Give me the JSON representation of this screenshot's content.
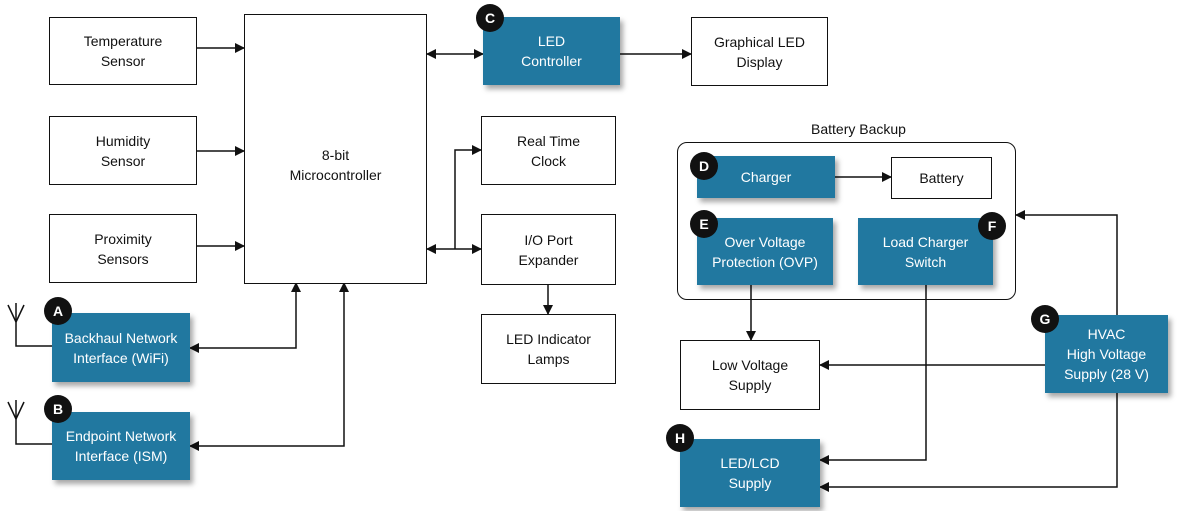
{
  "colors": {
    "accent": "#2178a0",
    "stroke": "#111111",
    "background": "#ffffff"
  },
  "blocks": {
    "temperature_sensor": [
      "Temperature",
      "Sensor"
    ],
    "humidity_sensor": [
      "Humidity",
      "Sensor"
    ],
    "proximity_sensors": [
      "Proximity",
      "Sensors"
    ],
    "microcontroller": [
      "8-bit",
      "Microcontroller"
    ],
    "backhaul_interface": [
      "Backhaul Network",
      "Interface (WiFi)"
    ],
    "endpoint_interface": [
      "Endpoint Network",
      "Interface (ISM)"
    ],
    "led_controller": [
      "LED",
      "Controller"
    ],
    "graphical_display": [
      "Graphical LED",
      "Display"
    ],
    "rtc": [
      "Real Time",
      "Clock"
    ],
    "io_expander": [
      "I/O Port",
      "Expander"
    ],
    "indicator_lamps": [
      "LED Indicator",
      "Lamps"
    ],
    "charger": [
      "Charger"
    ],
    "battery": [
      "Battery"
    ],
    "ovp": [
      "Over Voltage",
      "Protection (OVP)"
    ],
    "load_switch": [
      "Load Charger",
      "Switch"
    ],
    "low_voltage_supply": [
      "Low Voltage",
      "Supply"
    ],
    "hvac_supply": [
      "HVAC",
      "High Voltage",
      "Supply (28 V)"
    ],
    "led_lcd_supply": [
      "LED/LCD",
      "Supply"
    ]
  },
  "battery_backup_label": "Battery Backup",
  "badges": {
    "a": "A",
    "b": "B",
    "c": "C",
    "d": "D",
    "e": "E",
    "f": "F",
    "g": "G",
    "h": "H"
  },
  "icons": {
    "antenna": "antenna-icon"
  }
}
